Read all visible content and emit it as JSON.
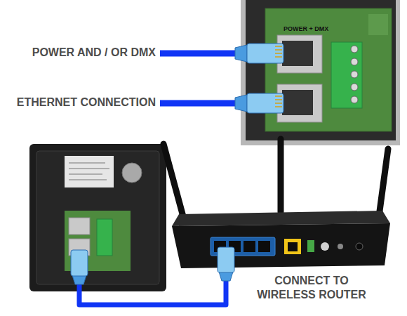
{
  "diagram": {
    "labels": [
      "POWER AND / OR DMX",
      "ETHERNET CONNECTION",
      "CONNECT TO WIRELESS ROUTER",
      "POWER + DMX"
    ]
  }
}
